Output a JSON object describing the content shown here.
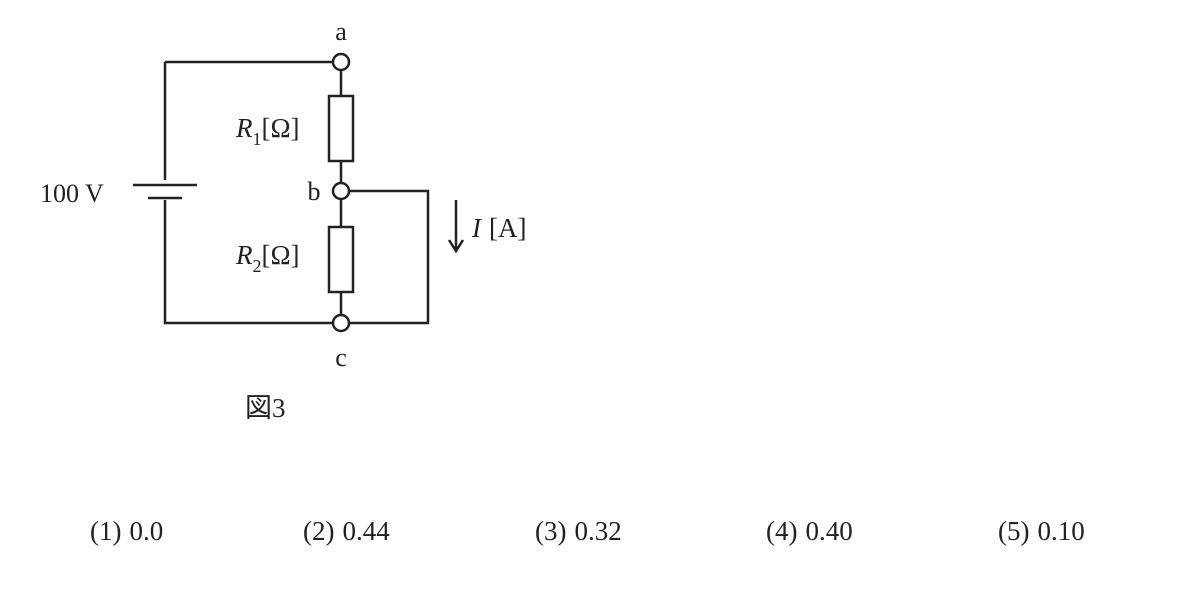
{
  "diagram": {
    "nodes": {
      "a": "a",
      "b": "b",
      "c": "c"
    },
    "source_label": "100 V",
    "r1": {
      "symbol": "R",
      "sub": "1",
      "unit": "[Ω]"
    },
    "r2": {
      "symbol": "R",
      "sub": "2",
      "unit": "[Ω]"
    },
    "current": {
      "symbol": "I",
      "unit": "[A]"
    },
    "caption": "図3"
  },
  "options": [
    {
      "num": "(1)",
      "value": "0.0"
    },
    {
      "num": "(2)",
      "value": "0.44"
    },
    {
      "num": "(3)",
      "value": "0.32"
    },
    {
      "num": "(4)",
      "value": "0.40"
    },
    {
      "num": "(5)",
      "value": "0.10"
    }
  ]
}
